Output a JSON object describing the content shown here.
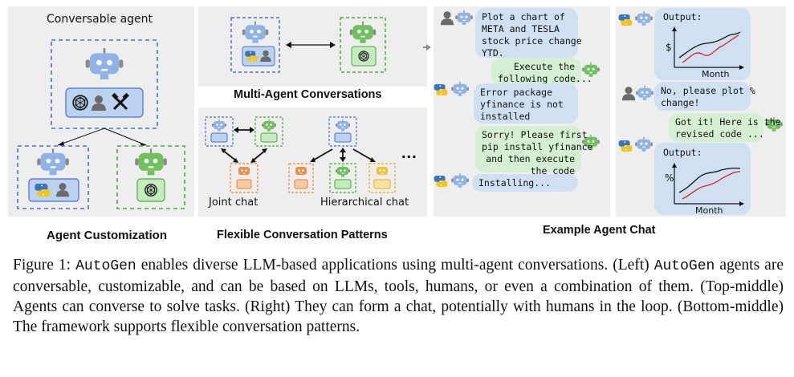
{
  "left": {
    "title": "Conversable agent",
    "section_label": "Agent Customization"
  },
  "middle": {
    "top_label": "Multi-Agent Conversations",
    "joint_label": "Joint chat",
    "hierarchical_label": "Hierarchical chat",
    "ellipsis": "...",
    "section_label": "Flexible Conversation Patterns"
  },
  "chat": {
    "section_label": "Example Agent Chat",
    "messages": [
      {
        "text": "Plot a chart of\nMETA and TESLA\nstock price change\nYTD."
      },
      {
        "text": "Execute the\nfollowing code..."
      },
      {
        "text": "Error package\nyfinance is not\ninstalled"
      },
      {
        "text": "Sorry! Please first\npip install yfinance\nand then execute\nthe code"
      },
      {
        "text": "Installing..."
      }
    ],
    "right_messages": [
      {
        "text": "Output:"
      },
      {
        "text": "No, please plot %\nchange!"
      },
      {
        "text": "Got it! Here is the\nrevised code ..."
      },
      {
        "text": "Output:"
      }
    ],
    "chart1": {
      "ylabel": "$",
      "xlabel": "Month"
    },
    "chart2": {
      "ylabel": "%",
      "xlabel": "Month"
    }
  },
  "caption": {
    "p1": "Figure 1: ",
    "code1": "AutoGen",
    "p2": " enables diverse LLM-based applications using multi-agent conversations. (Left) ",
    "code2": "AutoGen",
    "p3": " agents are conversable, customizable, and can be based on LLMs, tools, humans, or even a combination of them. (Top-middle) Agents can converse to solve tasks. (Right) They can form a chat, potentially with humans in the loop. (Bottom-middle) The framework supports flexible conversation patterns."
  },
  "colors": {
    "blue_dash": "#4a6fd6",
    "green_dash": "#4caa3a",
    "orange_dash": "#e08a3a",
    "yellow_dash": "#e0b020",
    "robot_blue": "#7fa8e0",
    "robot_green": "#6dbf5a",
    "robot_orange": "#e8904a",
    "robot_yellow": "#efc23a",
    "line_red": "#e02020"
  }
}
